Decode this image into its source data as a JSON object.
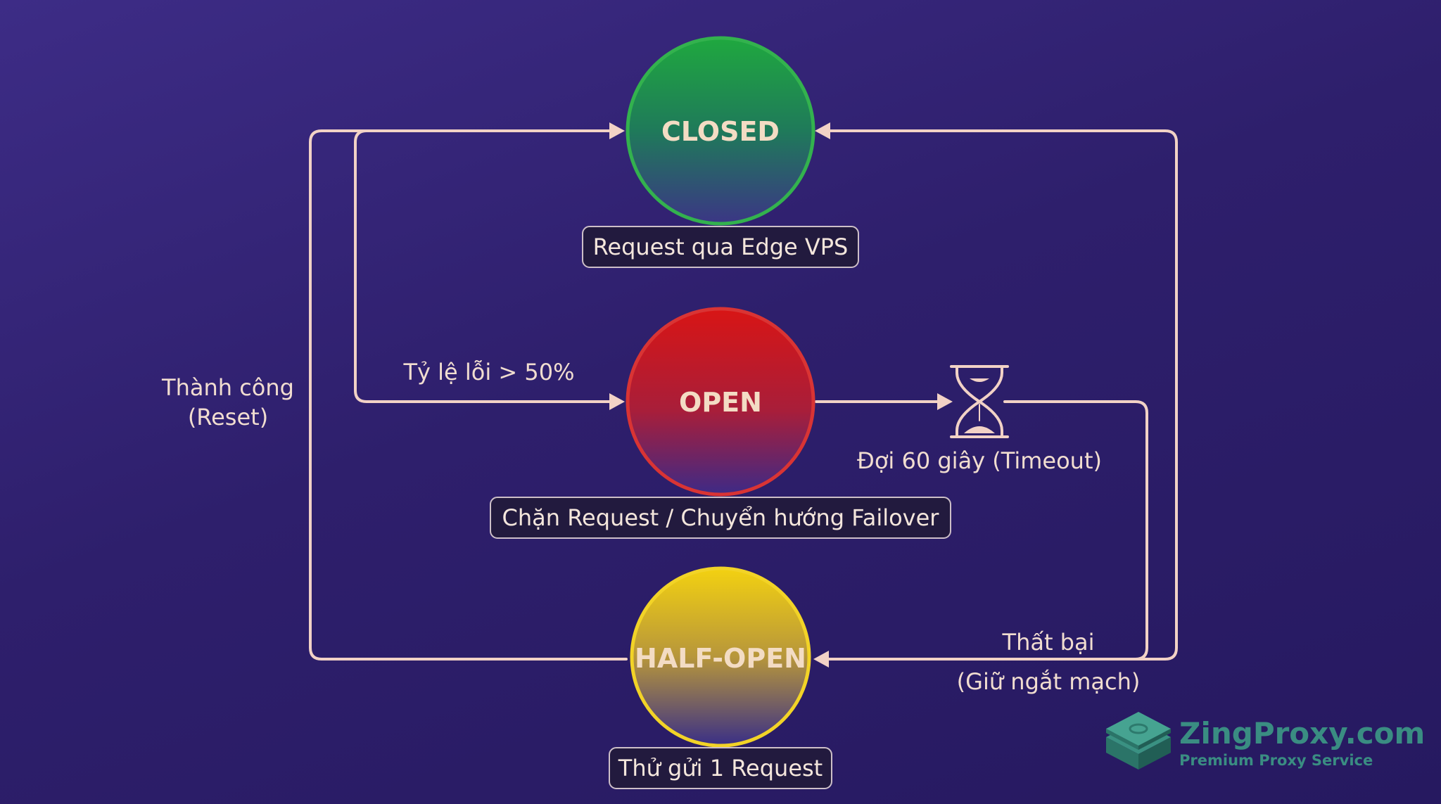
{
  "states": {
    "closed": {
      "label": "CLOSED",
      "desc": "Request qua Edge VPS",
      "color": "#2ea84a"
    },
    "open": {
      "label": "OPEN",
      "desc": "Chặn Request / Chuyển hướng Failover",
      "color": "#d3282c"
    },
    "half_open": {
      "label": "HALF-OPEN",
      "desc": "Thử gửi 1 Request",
      "color": "#eccb22"
    }
  },
  "transitions": {
    "error_rate": "Tỷ lệ lỗi > 50%",
    "success_line1": "Thành công",
    "success_line2": "(Reset)",
    "timeout": "Đợi 60 giây (Timeout)",
    "fail_line1": "Thất bại",
    "fail_line2": "(Giữ ngắt mạch)"
  },
  "icons": {
    "timer": "hourglass-icon",
    "logo": "proxy-box-icon"
  },
  "logo": {
    "name": "ZingProxy.com",
    "tagline": "Premium Proxy Service"
  }
}
